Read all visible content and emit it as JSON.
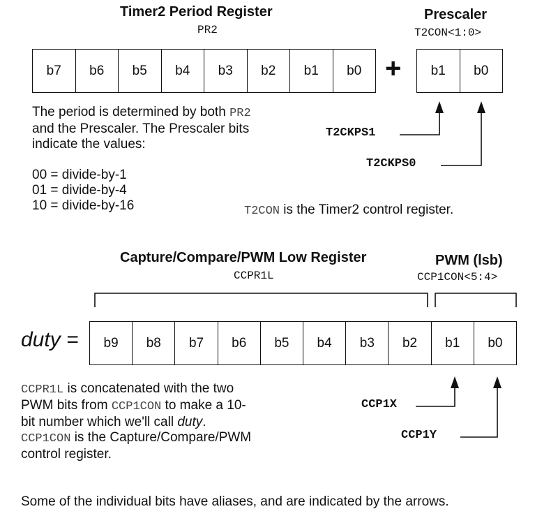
{
  "timer2": {
    "title": "Timer2 Period Register",
    "register_name": "PR2",
    "bits": [
      "b7",
      "b6",
      "b5",
      "b4",
      "b3",
      "b2",
      "b1",
      "b0"
    ],
    "plus": "+"
  },
  "prescaler": {
    "title": "Prescaler",
    "register_name": "T2CON<1:0>",
    "bits": [
      "b1",
      "b0"
    ],
    "alias_1": "T2CKPS1",
    "alias_0": "T2CKPS0"
  },
  "period_text": {
    "line1_a": "The period is determined by both ",
    "line1_code": "PR2",
    "line2": "and the Prescaler. The Prescaler bits",
    "line3": "indicate the values:",
    "values": [
      "00 = divide-by-1",
      "01 = divide-by-4",
      "10 = divide-by-16"
    ]
  },
  "t2con_note": {
    "code": "T2CON",
    "text": " is the Timer2 control register."
  },
  "ccpr1l": {
    "title": "Capture/Compare/PWM Low Register",
    "register_name": "CCPR1L"
  },
  "pwm_lsb": {
    "title": "PWM (lsb)",
    "register_name": "CCP1CON<5:4>"
  },
  "duty": {
    "label": "duty =",
    "bits": [
      "b9",
      "b8",
      "b7",
      "b6",
      "b5",
      "b4",
      "b3",
      "b2",
      "b1",
      "b0"
    ],
    "alias_1": "CCP1X",
    "alias_0": "CCP1Y"
  },
  "duty_text": {
    "line1_code": "CCPR1L",
    "line1_text": " is concatenated with the two",
    "line2_a": "PWM bits from ",
    "line2_code": "CCP1CON",
    "line2_b": " to make a 10-",
    "line3_a": "bit number which we'll call ",
    "line3_em": "duty",
    "line3_b": ".",
    "line4_code": "CCP1CON",
    "line4_text": " is the Capture/Compare/PWM",
    "line5": "control register."
  },
  "footer": {
    "text": "Some of the individual bits have aliases, and are indicated by the arrows."
  }
}
